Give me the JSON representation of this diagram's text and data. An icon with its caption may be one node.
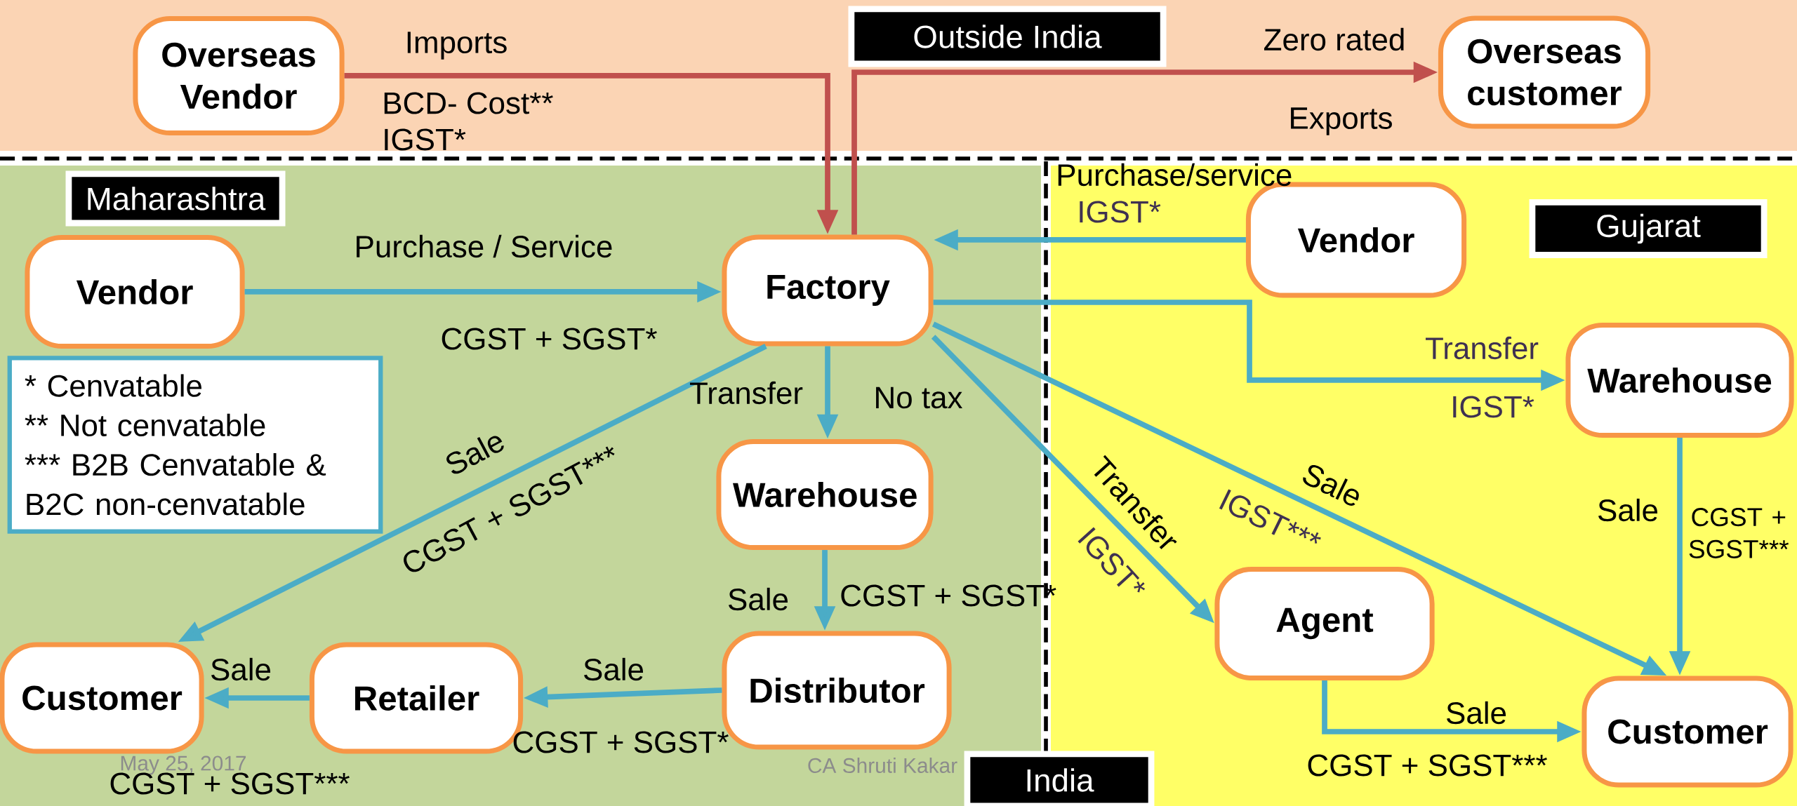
{
  "diagram": {
    "nodes": [
      {
        "text": [
          "Overseas Vendor"
        ]
      },
      {
        "text": [
          "Outside India"
        ]
      },
      {
        "text": [
          "Overseas customer"
        ]
      },
      {
        "text": [
          "Maharashtra"
        ]
      },
      {
        "text": [
          "Vendor"
        ]
      },
      {
        "text": [
          "Factory"
        ]
      },
      {
        "text": [
          "* Cenvatable",
          "** Not cenvatable",
          "*** B2B Cenvatable & B2C non-cenvatable"
        ]
      },
      {
        "text": [
          "Warehouse"
        ]
      },
      {
        "text": [
          "Customer"
        ]
      },
      {
        "text": [
          "Retailer"
        ]
      },
      {
        "text": [
          "Distributor"
        ]
      },
      {
        "text": [
          "Vendor"
        ]
      },
      {
        "text": [
          "Gujarat"
        ]
      },
      {
        "text": [
          "Warehouse"
        ]
      },
      {
        "text": [
          "Agent"
        ]
      },
      {
        "text": [
          "Customer"
        ]
      },
      {
        "text": [
          "India"
        ]
      }
    ],
    "edges": [
      {
        "from": 0,
        "to": 5,
        "arrow": "to",
        "label": "Imports",
        "color": "#c0504d"
      },
      {
        "from": 5,
        "to": 2,
        "arrow": "to",
        "label": "Zero rated",
        "color": "#c0504d"
      },
      {
        "from": 4,
        "to": 5,
        "arrow": "to",
        "label": "Purchase / Service"
      },
      {
        "from": 11,
        "to": 5,
        "arrow": "to",
        "label": "Purchase/service"
      },
      {
        "from": 5,
        "to": 13,
        "arrow": "to",
        "label": "Transfer"
      },
      {
        "from": 5,
        "to": 7,
        "arrow": "to",
        "label": "Transfer"
      },
      {
        "from": 5,
        "to": 8,
        "arrow": "to",
        "label": "Sale"
      },
      {
        "from": 5,
        "to": 14,
        "arrow": "to",
        "label": "Transfer"
      },
      {
        "from": 5,
        "to": 15,
        "arrow": "to",
        "label": "Sale"
      },
      {
        "from": 7,
        "to": 10,
        "arrow": "to",
        "label": "Sale"
      },
      {
        "from": 10,
        "to": 9,
        "arrow": "to",
        "label": "Sale"
      },
      {
        "from": 9,
        "to": 8,
        "arrow": "to",
        "label": "Sale"
      },
      {
        "from": 13,
        "to": 15,
        "arrow": "to",
        "label": "Sale"
      },
      {
        "from": 14,
        "to": 15,
        "arrow": "to",
        "label": "Sale"
      }
    ],
    "labels": [
      "BCD- Cost**",
      "IGST*",
      "Exports",
      "CGST + SGST*",
      "IGST*",
      "IGST*",
      "No tax",
      "CGST + SGST***",
      "IGST***",
      "IGST*",
      "CGST + SGST***",
      "CGST + SGST*",
      "CGST + SGST*",
      "CGST + SGST***",
      "May 25, 2017",
      "CA Shruti Kakar",
      "CGST + SGST***"
    ]
  }
}
